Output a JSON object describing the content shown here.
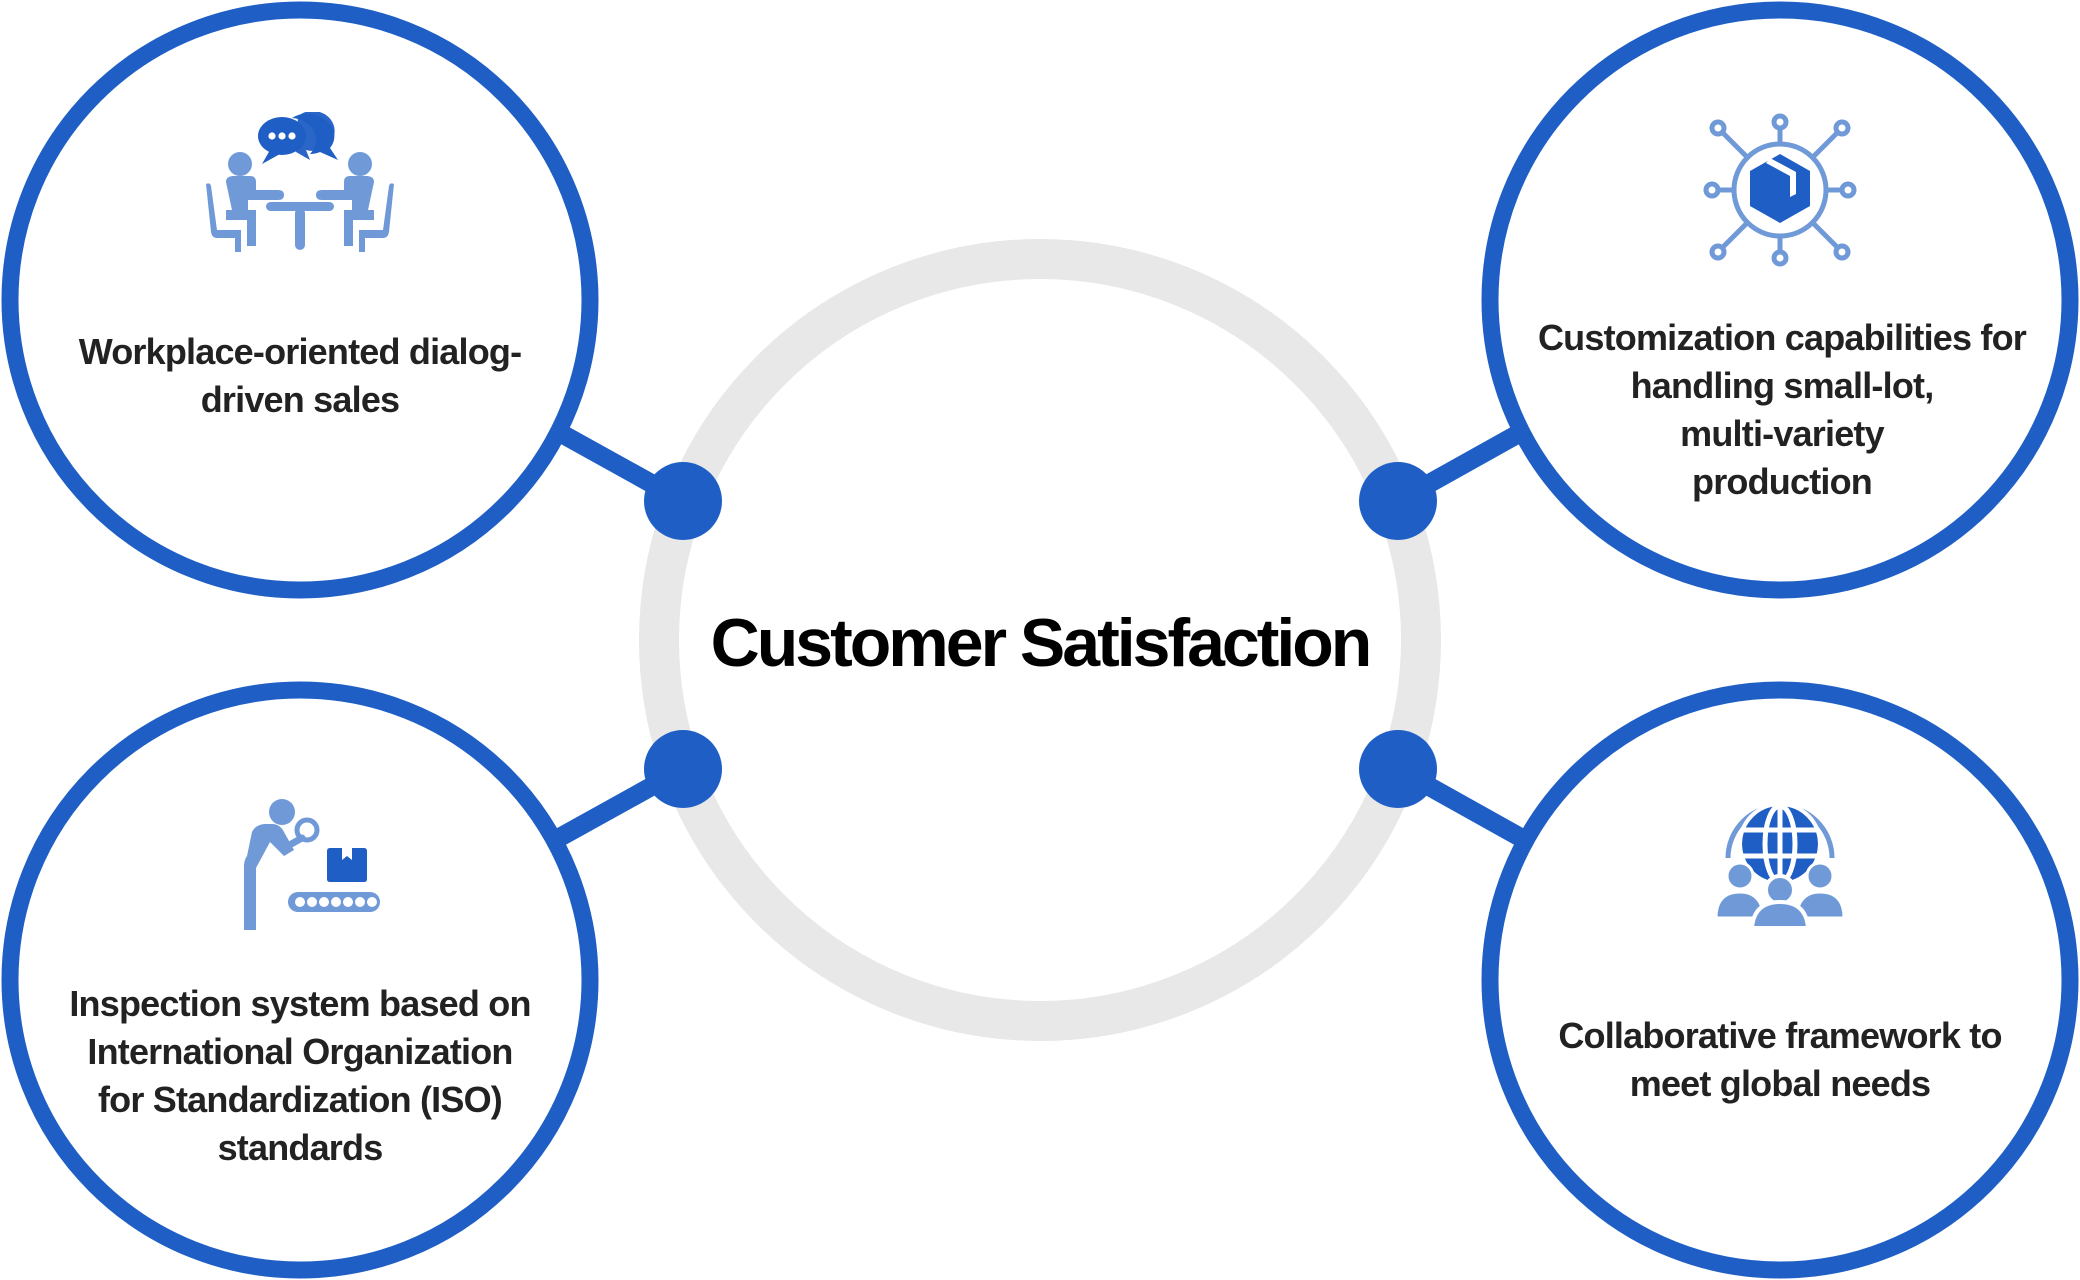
{
  "colors": {
    "accent_blue": "#1f5fc5",
    "icon_light_blue": "#7099d8",
    "icon_dark_blue": "#1f5ec4",
    "center_ring_gray": "#e8e8e8",
    "text_dark": "#222222",
    "title_black": "#000000",
    "background": "#ffffff"
  },
  "center": {
    "title": "Customer Satisfaction"
  },
  "nodes": [
    {
      "position": "top-left",
      "icon": "meeting-dialog-icon",
      "lines": [
        "Workplace-oriented dialog-",
        "driven sales"
      ]
    },
    {
      "position": "top-right",
      "icon": "network-box-icon",
      "lines": [
        "Customization capabilities for",
        "handling small-lot,",
        "multi-variety",
        "production"
      ]
    },
    {
      "position": "bottom-left",
      "icon": "inspection-conveyor-icon",
      "lines": [
        "Inspection system based on",
        "International Organization",
        "for Standardization (ISO)",
        "standards"
      ]
    },
    {
      "position": "bottom-right",
      "icon": "global-team-icon",
      "lines": [
        "Collaborative framework to",
        "meet global needs"
      ]
    }
  ]
}
